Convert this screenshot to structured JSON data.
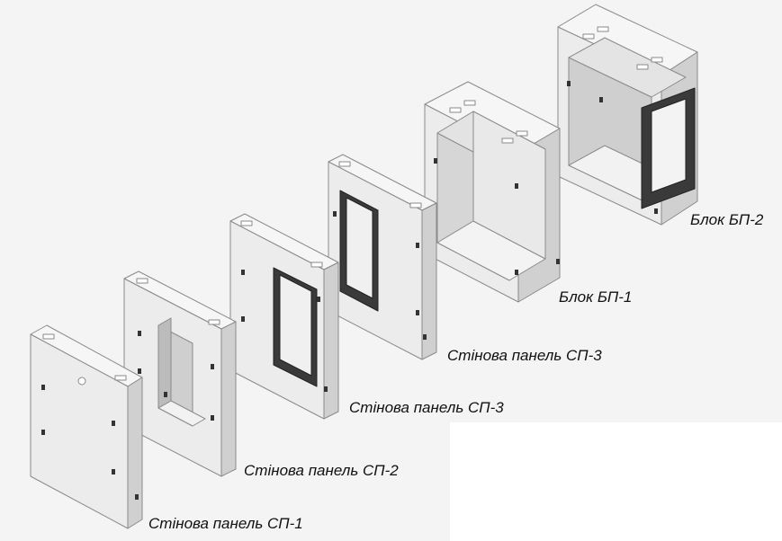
{
  "labels": {
    "panel_sp1": "Стінова панель СП-1",
    "panel_sp2": "Стінова панель СП-2",
    "panel_sp3_front": "Стінова панель СП-3",
    "panel_sp3_back": "Стінова панель СП-3",
    "block_bp1": "Блок БП-1",
    "block_bp2": "Блок БП-2"
  },
  "colors": {
    "background": "#f4f4f4",
    "panel_face": "#ededed",
    "panel_side": "#d2d2d2",
    "panel_top": "#f6f6f6",
    "edge": "#8a8a8a",
    "frame_dark": "#3a3a3a",
    "text": "#111111"
  }
}
